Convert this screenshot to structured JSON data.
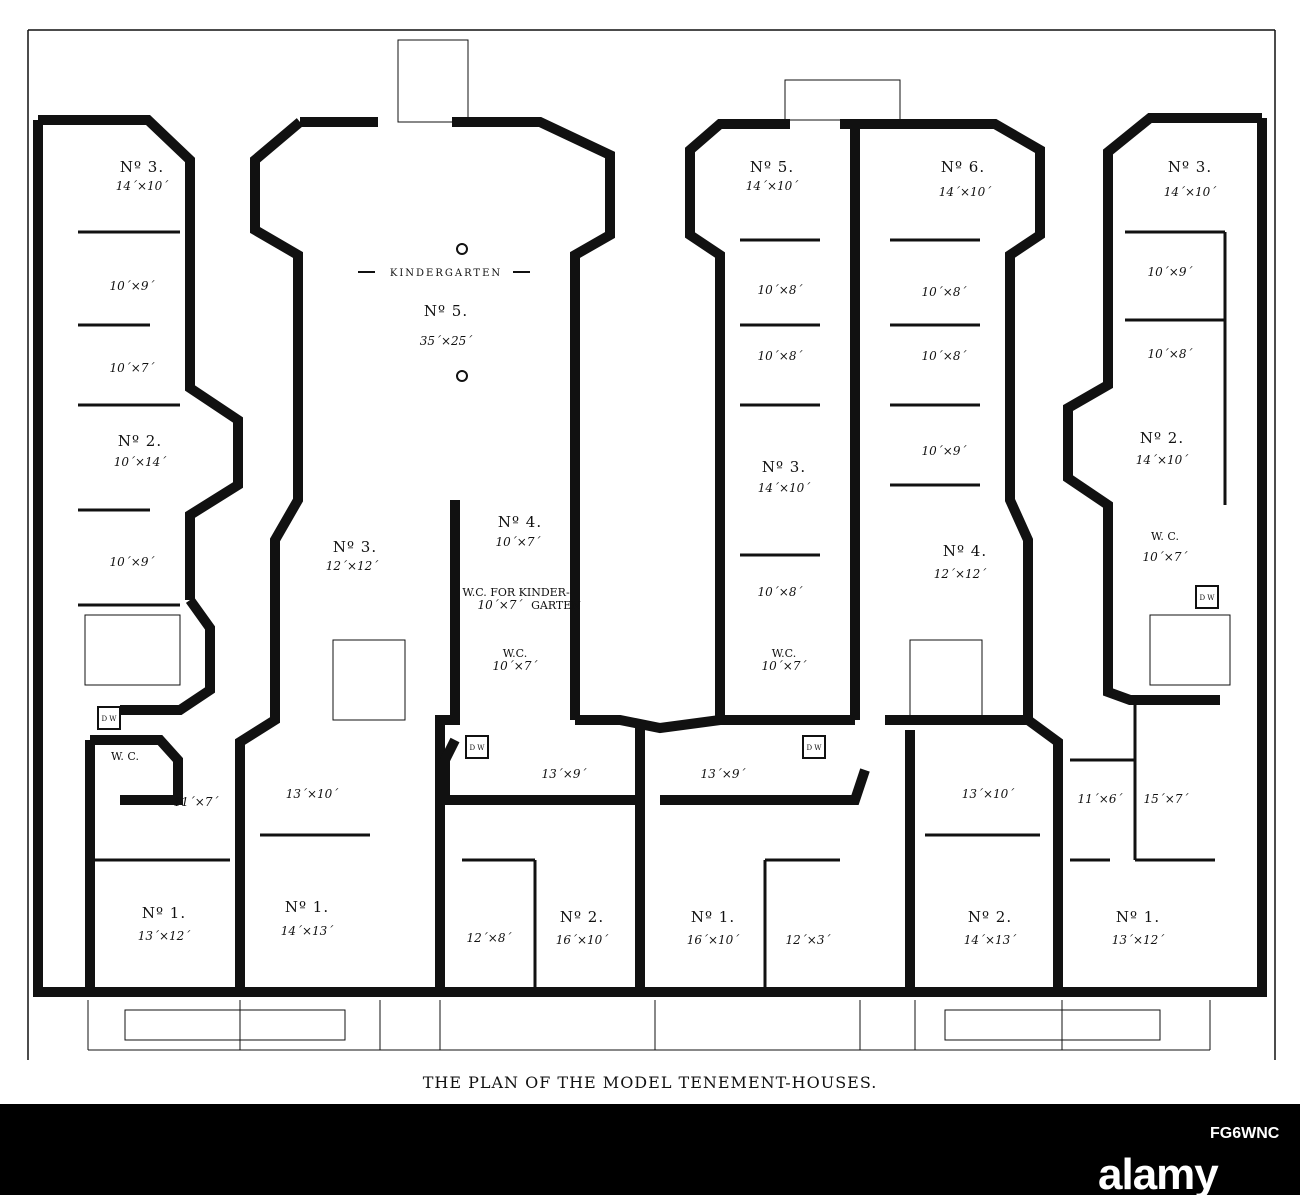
{
  "caption": "THE PLAN OF THE MODEL TENEMENT-HOUSES.",
  "watermark": "alamy",
  "image_id": "FG6WNC",
  "rooms": {
    "far_left_no3": {
      "label": "Nº 3.",
      "dim": "14´×10´"
    },
    "far_left_10x9a": {
      "dim": "10´×9´"
    },
    "far_left_10x7": {
      "dim": "10´×7´"
    },
    "far_left_no2": {
      "label": "Nº 2.",
      "dim": "10´×14´"
    },
    "far_left_10x9b": {
      "dim": "10´×9´"
    },
    "left_wc": {
      "label": "W. C."
    },
    "left_11x7": {
      "dim": "11´×7´"
    },
    "left_13x10": {
      "dim": "13´×10´"
    },
    "left_no1a": {
      "label": "Nº 1.",
      "dim": "13´×12´"
    },
    "left_no1b": {
      "label": "Nº 1.",
      "dim": "14´×13´"
    },
    "kindergarten": {
      "title": "KINDERGARTEN",
      "label": "Nº 5.",
      "dim": "35´×25´"
    },
    "cl_no3": {
      "label": "Nº 3.",
      "dim": "12´×12´"
    },
    "cl_no4": {
      "label": "Nº 4.",
      "dim": "10´×7´"
    },
    "wc_kinder": {
      "label": "W.C. FOR KINDER-",
      "label2": "GARTEN",
      "dim": "10´×7´"
    },
    "cl_wc": {
      "label": "W.C.",
      "dim": "10´×7´"
    },
    "cl_13x9": {
      "dim": "13´×9´"
    },
    "cl_12x8": {
      "dim": "12´×8´"
    },
    "cl_no2": {
      "label": "Nº 2.",
      "dim": "16´×10´"
    },
    "cr_13x9": {
      "dim": "13´×9´"
    },
    "cr_no1": {
      "label": "Nº 1.",
      "dim": "16´×10´"
    },
    "cr_12x3": {
      "dim": "12´×3´"
    },
    "cr_no5": {
      "label": "Nº 5.",
      "dim": "14´×10´"
    },
    "cr_10x8a": {
      "dim": "10´×8´"
    },
    "cr_10x8b": {
      "dim": "10´×8´"
    },
    "cr_no3": {
      "label": "Nº 3.",
      "dim": "14´×10´"
    },
    "cr_10x8c": {
      "dim": "10´×8´"
    },
    "cr_wc": {
      "label": "W.C.",
      "dim": "10´×7´"
    },
    "r_no6": {
      "label": "Nº 6.",
      "dim": "14´×10´"
    },
    "r_10x8a": {
      "dim": "10´×8´"
    },
    "r_10x8b": {
      "dim": "10´×8´"
    },
    "r_10x9": {
      "dim": "10´×9´"
    },
    "r_no4": {
      "label": "Nº 4.",
      "dim": "12´×12´"
    },
    "r_13x10": {
      "dim": "13´×10´"
    },
    "r_no2": {
      "label": "Nº 2.",
      "dim": "14´×13´"
    },
    "far_right_no3": {
      "label": "Nº 3.",
      "dim": "14´×10´"
    },
    "far_right_10x9": {
      "dim": "10´×9´"
    },
    "far_right_10x8": {
      "dim": "10´×8´"
    },
    "far_right_no2": {
      "label": "Nº 2.",
      "dim": "14´×10´"
    },
    "far_right_wc": {
      "label": "W. C.",
      "dim": "10´×7´"
    },
    "far_right_11x6": {
      "dim": "11´×6´"
    },
    "far_right_15x7": {
      "dim": "15´×7´"
    },
    "far_right_no1": {
      "label": "Nº 1.",
      "dim": "13´×12´"
    }
  },
  "dumbwaiter_label": "D W"
}
